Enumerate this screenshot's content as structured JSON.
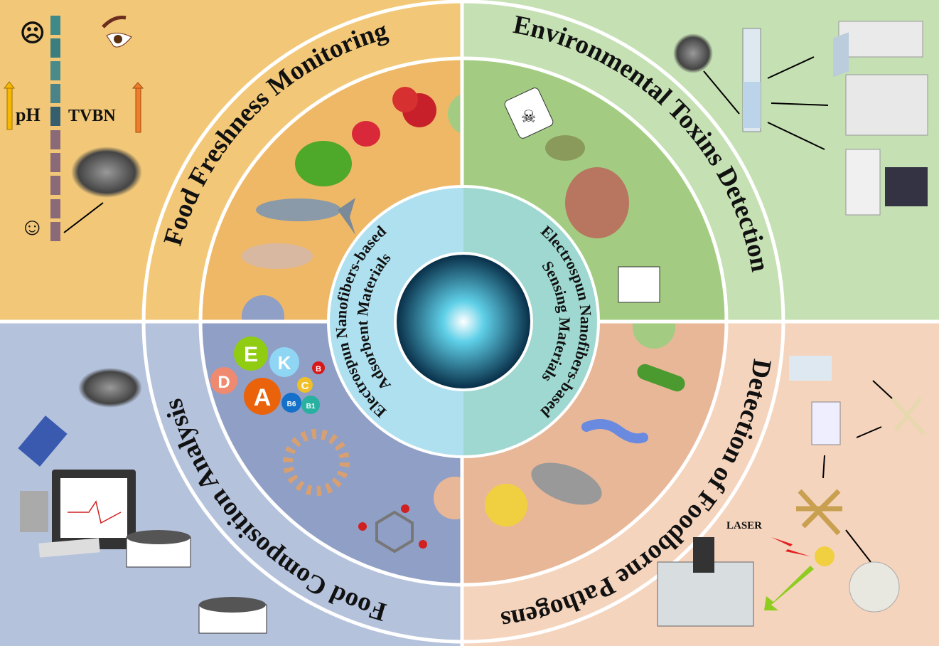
{
  "quadrants": {
    "top_left": {
      "title": "Food Freshness Monitoring",
      "color_outer": "#f2c878",
      "color_inner": "#efb867"
    },
    "top_right": {
      "title": "Environmental Toxins Detection",
      "color_outer": "#c5e0b3",
      "color_inner": "#a3cc82"
    },
    "bottom_left": {
      "title": "Food Composition Analysis",
      "color_outer": "#b4c2dc",
      "color_inner": "#909fc6"
    },
    "bottom_right": {
      "title": "Detection of Foodborne Pathogens",
      "color_outer": "#f5d4bd",
      "color_inner": "#e8b798"
    }
  },
  "center": {
    "left_line1": "Electrospun Nanofibers-based",
    "left_line2": "Adsorbent Materials",
    "right_line1": "Electrospun Nanofibers-based",
    "right_line2": "Sensing Materials"
  },
  "freshness": {
    "ph_label": "pH",
    "tvbn_label": "TVBN",
    "sad_icon": "☹",
    "happy_icon": "☺"
  },
  "vitamins": [
    "E",
    "K",
    "D",
    "A",
    "C",
    "B",
    "B6",
    "B1"
  ],
  "pathogens": {
    "laser_label": "LASER"
  }
}
